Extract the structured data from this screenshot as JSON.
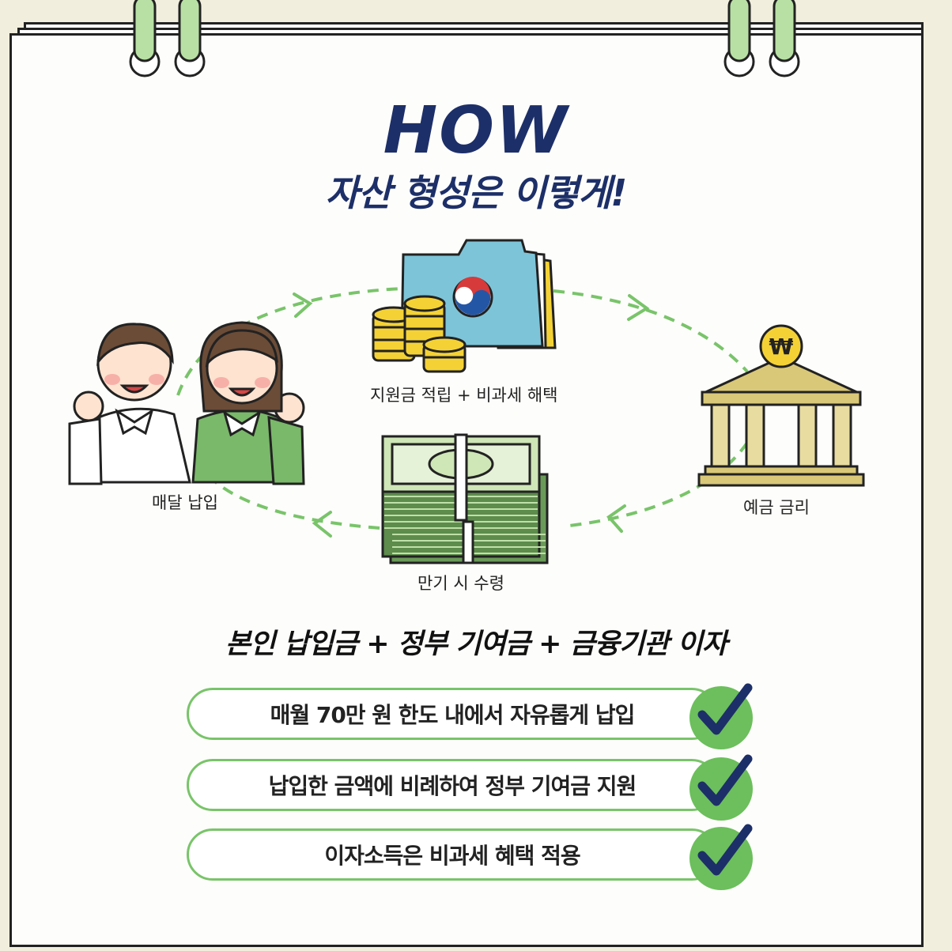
{
  "header": {
    "title": "HOW",
    "subtitle": "자산 형성은 이렇게!"
  },
  "cycle": {
    "captions": {
      "support": "지원금 적립 + 비과세 해택",
      "monthly": "매달 납입",
      "interest": "예금 금리",
      "maturity": "만기 시 수령"
    }
  },
  "formula": "본인 납입금 + 정부 기여금 + 금융기관 이자",
  "checklist": [
    {
      "text": "매월 70만 원 한도 내에서 자유롭게 납입"
    },
    {
      "text": "납입한 금액에 비례하여 정부 기여금 지원"
    },
    {
      "text": "이자소득은 비과세 혜택 적용"
    }
  ],
  "colors": {
    "navy": "#1d2f68",
    "green": "#79c46a",
    "check_green": "#6cbf5c",
    "background": "#f2eedd",
    "ring_green": "#b8e0a4"
  },
  "icons": [
    "ring-icon",
    "folder-icon",
    "coins-icon",
    "bank-icon",
    "won-icon",
    "money-stack-icon",
    "people-illustration",
    "check-icon",
    "arrow-icon"
  ]
}
